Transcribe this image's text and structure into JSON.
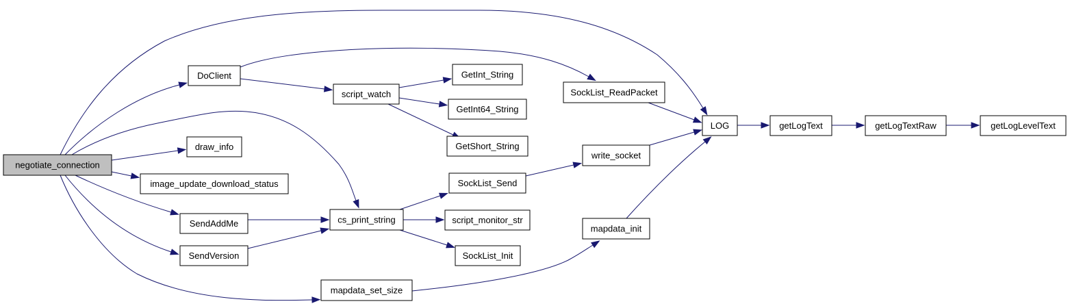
{
  "diagram": {
    "type": "call-graph",
    "colors": {
      "edge": "#191970",
      "node_fill": "#ffffff",
      "root_fill": "#bfbfbf",
      "node_border": "#000000"
    },
    "nodes": [
      {
        "id": "negotiate_connection",
        "label": "negotiate_connection",
        "root": true
      },
      {
        "id": "DoClient",
        "label": "DoClient"
      },
      {
        "id": "draw_info",
        "label": "draw_info"
      },
      {
        "id": "image_update_download_status",
        "label": "image_update_download_status"
      },
      {
        "id": "SendAddMe",
        "label": "SendAddMe"
      },
      {
        "id": "SendVersion",
        "label": "SendVersion"
      },
      {
        "id": "mapdata_set_size",
        "label": "mapdata_set_size"
      },
      {
        "id": "script_watch",
        "label": "script_watch"
      },
      {
        "id": "cs_print_string",
        "label": "cs_print_string"
      },
      {
        "id": "GetInt_String",
        "label": "GetInt_String"
      },
      {
        "id": "GetInt64_String",
        "label": "GetInt64_String"
      },
      {
        "id": "GetShort_String",
        "label": "GetShort_String"
      },
      {
        "id": "SockList_Send",
        "label": "SockList_Send"
      },
      {
        "id": "script_monitor_str",
        "label": "script_monitor_str"
      },
      {
        "id": "SockList_Init",
        "label": "SockList_Init"
      },
      {
        "id": "SockList_ReadPacket",
        "label": "SockList_ReadPacket"
      },
      {
        "id": "write_socket",
        "label": "write_socket"
      },
      {
        "id": "mapdata_init",
        "label": "mapdata_init"
      },
      {
        "id": "LOG",
        "label": "LOG"
      },
      {
        "id": "getLogText",
        "label": "getLogText"
      },
      {
        "id": "getLogTextRaw",
        "label": "getLogTextRaw"
      },
      {
        "id": "getLogLevelText",
        "label": "getLogLevelText"
      }
    ],
    "edges": [
      {
        "from": "negotiate_connection",
        "to": "LOG"
      },
      {
        "from": "negotiate_connection",
        "to": "DoClient"
      },
      {
        "from": "negotiate_connection",
        "to": "cs_print_string"
      },
      {
        "from": "negotiate_connection",
        "to": "draw_info"
      },
      {
        "from": "negotiate_connection",
        "to": "image_update_download_status"
      },
      {
        "from": "negotiate_connection",
        "to": "SendAddMe"
      },
      {
        "from": "negotiate_connection",
        "to": "SendVersion"
      },
      {
        "from": "negotiate_connection",
        "to": "mapdata_set_size"
      },
      {
        "from": "DoClient",
        "to": "SockList_ReadPacket"
      },
      {
        "from": "DoClient",
        "to": "script_watch"
      },
      {
        "from": "script_watch",
        "to": "GetInt_String"
      },
      {
        "from": "script_watch",
        "to": "GetInt64_String"
      },
      {
        "from": "script_watch",
        "to": "GetShort_String"
      },
      {
        "from": "SendAddMe",
        "to": "cs_print_string"
      },
      {
        "from": "SendVersion",
        "to": "cs_print_string"
      },
      {
        "from": "cs_print_string",
        "to": "SockList_Send"
      },
      {
        "from": "cs_print_string",
        "to": "script_monitor_str"
      },
      {
        "from": "cs_print_string",
        "to": "SockList_Init"
      },
      {
        "from": "SockList_Send",
        "to": "write_socket"
      },
      {
        "from": "SockList_ReadPacket",
        "to": "LOG"
      },
      {
        "from": "write_socket",
        "to": "LOG"
      },
      {
        "from": "mapdata_set_size",
        "to": "mapdata_init"
      },
      {
        "from": "mapdata_init",
        "to": "LOG"
      },
      {
        "from": "LOG",
        "to": "getLogText"
      },
      {
        "from": "getLogText",
        "to": "getLogTextRaw"
      },
      {
        "from": "getLogTextRaw",
        "to": "getLogLevelText"
      }
    ]
  }
}
